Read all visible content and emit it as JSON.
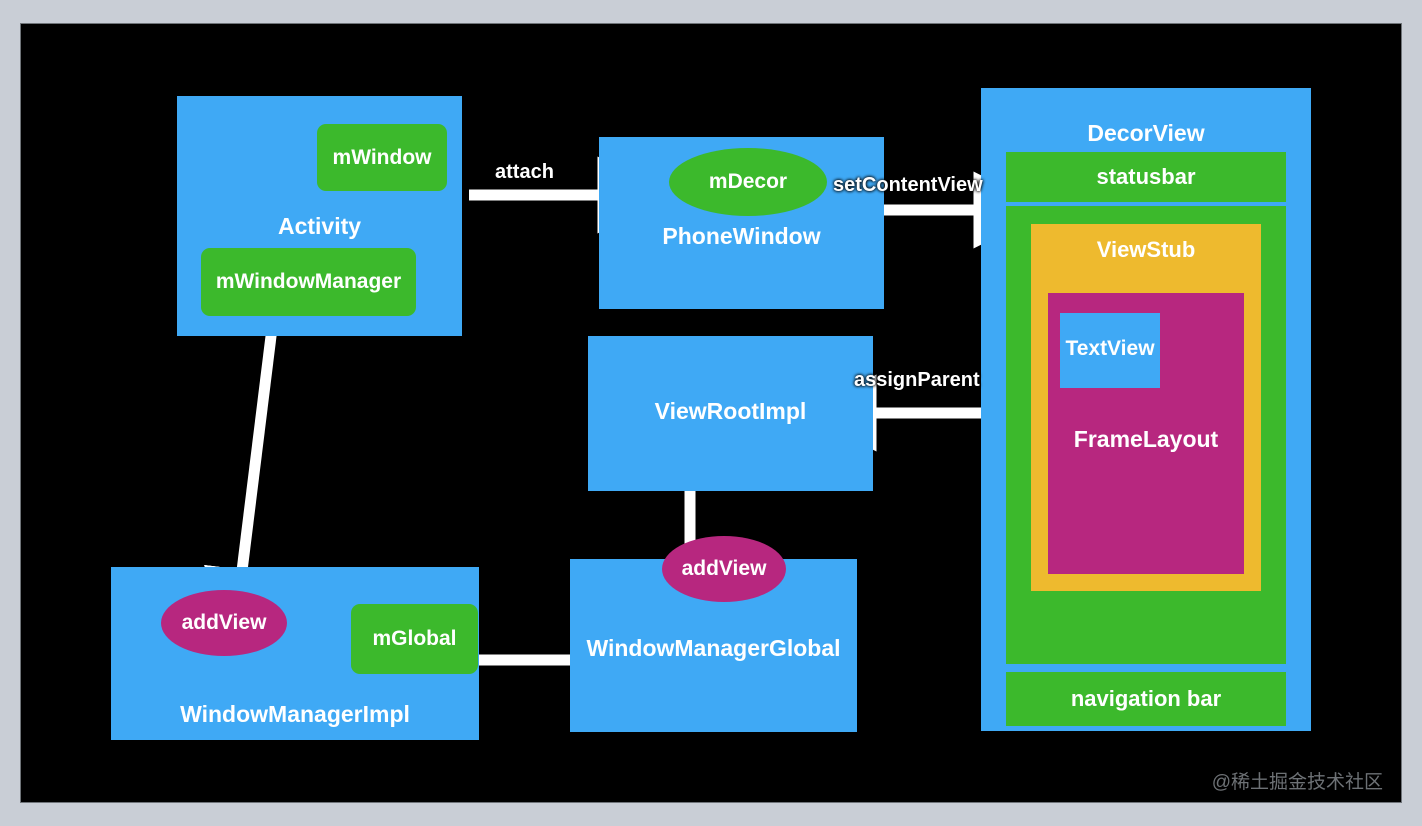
{
  "canvas": {
    "background": "#000000",
    "frame_color": "#ccd1d9",
    "watermark": "@稀土掘金技术社区"
  },
  "palette": {
    "blue": "#3fa9f5",
    "green": "#3cb92c",
    "yellow": "#eeba2e",
    "magenta": "#b7277f",
    "white": "#ffffff",
    "black": "#000000"
  },
  "nodes": {
    "activity": {
      "label": "Activity",
      "fields": {
        "m_window": "mWindow",
        "m_window_manager": "mWindowManager"
      }
    },
    "phone_window": {
      "label": "PhoneWindow",
      "fields": {
        "m_decor": "mDecor"
      }
    },
    "view_root_impl": {
      "label": "ViewRootImpl"
    },
    "window_manager_impl": {
      "label": "WindowManagerImpl",
      "fields": {
        "add_view": "addView",
        "m_global": "mGlobal"
      }
    },
    "window_manager_global": {
      "label": "WindowManagerGlobal",
      "fields": {
        "add_view": "addView"
      }
    },
    "decor_view": {
      "label": "DecorView",
      "children": {
        "statusbar": "statusbar",
        "content_root": "",
        "view_stub": "ViewStub",
        "frame_layout": "FrameLayout",
        "text_view": "TextView",
        "navigation_bar": "navigation bar"
      }
    }
  },
  "edges": [
    {
      "id": "attach",
      "label": "attach",
      "from": "activity",
      "to": "phone_window",
      "direction": "right"
    },
    {
      "id": "set-content-view",
      "label": "setContentView",
      "from": "phone_window",
      "to": "decor_view",
      "direction": "right"
    },
    {
      "id": "assign-parent",
      "label": "assignParent",
      "from": "decor_view",
      "to": "view_root_impl",
      "direction": "left"
    },
    {
      "id": "add-view-global",
      "label": "",
      "from": "window_manager_global",
      "to": "view_root_impl",
      "direction": "up"
    },
    {
      "id": "impl-to-global",
      "label": "",
      "from": "window_manager_impl",
      "to": "window_manager_global",
      "direction": "right"
    },
    {
      "id": "manager-to-impl",
      "label": "",
      "from": "activity",
      "to": "window_manager_impl",
      "direction": "down-left"
    }
  ]
}
